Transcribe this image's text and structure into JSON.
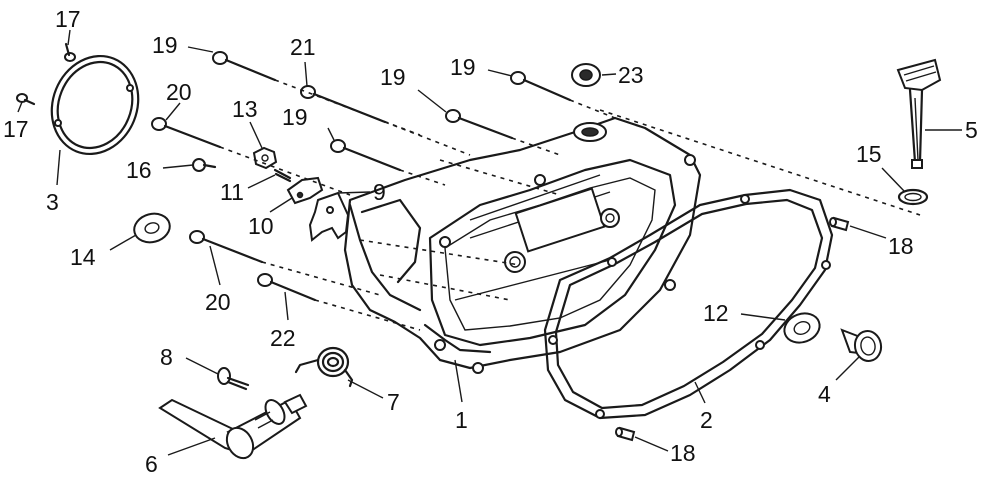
{
  "callouts": [
    {
      "id": "c1",
      "text": "1"
    },
    {
      "id": "c2",
      "text": "2"
    },
    {
      "id": "c3",
      "text": "3"
    },
    {
      "id": "c4",
      "text": "4"
    },
    {
      "id": "c5",
      "text": "5"
    },
    {
      "id": "c6",
      "text": "6"
    },
    {
      "id": "c7",
      "text": "7"
    },
    {
      "id": "c8",
      "text": "8"
    },
    {
      "id": "c9",
      "text": "9"
    },
    {
      "id": "c10",
      "text": "10"
    },
    {
      "id": "c11",
      "text": "11"
    },
    {
      "id": "c12",
      "text": "12"
    },
    {
      "id": "c13",
      "text": "13"
    },
    {
      "id": "c14",
      "text": "14"
    },
    {
      "id": "c15",
      "text": "15"
    },
    {
      "id": "c16",
      "text": "16"
    },
    {
      "id": "c17a",
      "text": "17"
    },
    {
      "id": "c17b",
      "text": "17"
    },
    {
      "id": "c18a",
      "text": "18"
    },
    {
      "id": "c18b",
      "text": "18"
    },
    {
      "id": "c19a",
      "text": "19"
    },
    {
      "id": "c19b",
      "text": "19"
    },
    {
      "id": "c19c",
      "text": "19"
    },
    {
      "id": "c19d",
      "text": "19"
    },
    {
      "id": "c20a",
      "text": "20"
    },
    {
      "id": "c20b",
      "text": "20"
    },
    {
      "id": "c21",
      "text": "21"
    },
    {
      "id": "c22",
      "text": "22"
    },
    {
      "id": "c23",
      "text": "23"
    }
  ]
}
